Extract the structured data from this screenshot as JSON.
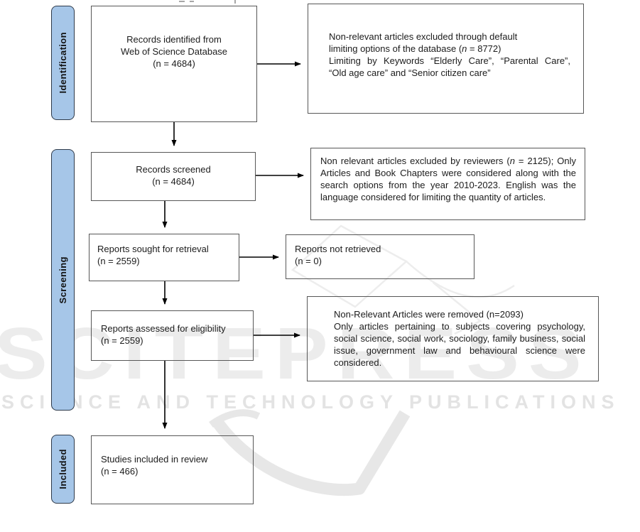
{
  "stages": {
    "identification": "Identification",
    "screening": "Screening",
    "included": "Included"
  },
  "flow": {
    "identified": {
      "l1": "Records identified from",
      "l2": "Web of Science Database",
      "l3": "(n = 4684)"
    },
    "screened": {
      "l1": "Records screened",
      "l2": "(n = 4684)"
    },
    "sought": {
      "l1": "Reports sought for retrieval",
      "l2": "(n = 2559)"
    },
    "not_retrieved": {
      "l1": "Reports not retrieved",
      "l2": "(n = 0)"
    },
    "assessed": {
      "l1": "Reports assessed for eligibility",
      "l2": "(n = 2559)"
    },
    "included_box": {
      "l1": "Studies included in review",
      "l2": "(n = 466)"
    }
  },
  "exclusions1": {
    "line1": "Non-relevant articles excluded through default",
    "line2_pre": "limiting options of the database (",
    "line2_n": "n",
    "line2_post": " = 8772)",
    "line3": "Limiting by Keywords “Elderly Care”, “Parental Care”,",
    "line4": "“Old age care” and “Senior citizen care”"
  },
  "exclusions2": {
    "pre": "Non relevant articles excluded by reviewers (",
    "n": "n",
    "post": " = 2125); Only Articles and Book Chapters were considered along with the search options from the year 2010-2023. English was the language considered for limiting the quantity of articles."
  },
  "exclusions3": {
    "line1": "Non-Relevant Articles were removed (n=2093)",
    "para": "Only articles pertaining to subjects covering psychology, social science, social work, sociology, family business, social issue, government law and behavioural science were considered."
  },
  "watermark": {
    "wordmark": "SCITEPRESS",
    "tagline": "SCIENCE AND TECHNOLOGY PUBLICATIONS"
  },
  "colors": {
    "stage_fill": "#a6c6e8",
    "stage_border": "#2e3a4a",
    "box_border": "#575757",
    "arrow": "#000000",
    "watermark_gray": "#ececec"
  }
}
